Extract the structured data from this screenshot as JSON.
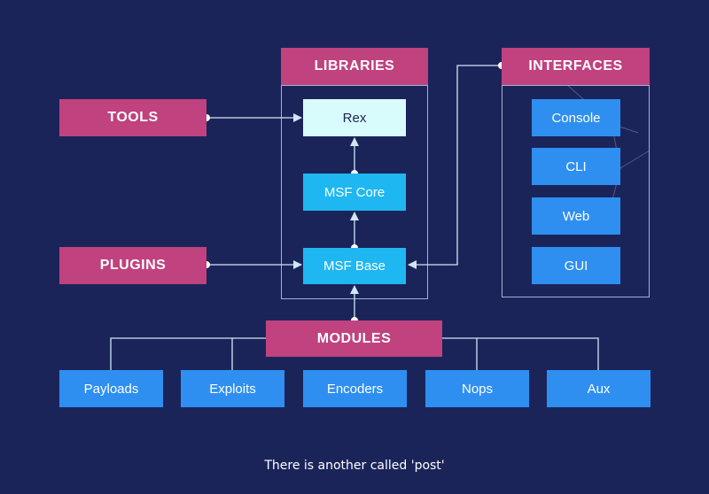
{
  "groups": {
    "libraries": "LIBRARIES",
    "interfaces": "INTERFACES",
    "tools": "TOOLS",
    "plugins": "PLUGINS",
    "modules": "MODULES"
  },
  "libraries": {
    "rex": "Rex",
    "msf_core": "MSF Core",
    "msf_base": "MSF Base"
  },
  "interfaces": [
    "Console",
    "CLI",
    "Web",
    "GUI"
  ],
  "modules": [
    "Payloads",
    "Exploits",
    "Encoders",
    "Nops",
    "Aux"
  ],
  "caption": "There is another called 'post'",
  "colors": {
    "background": "#1b2459",
    "group_box": "#c0427e",
    "item_box": "#2e8ff0",
    "library_box": "#1fb7f1",
    "rex_box": "#d8fbfb",
    "connector": "#cfe7f5"
  }
}
